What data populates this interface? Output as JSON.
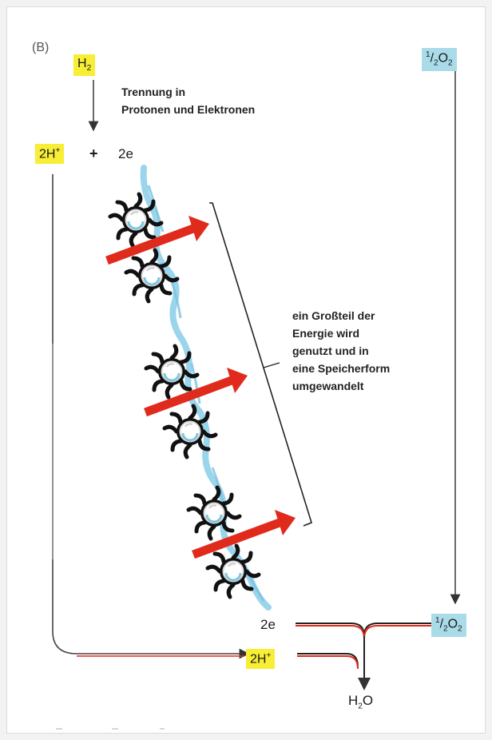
{
  "panel_label": "(B)",
  "h2": {
    "base": "H",
    "sub": "2"
  },
  "half_o2_top": {
    "num": "1",
    "den": "2",
    "base": "O",
    "sub": "2"
  },
  "half_o2_bottom": {
    "num": "1",
    "den": "2",
    "base": "O",
    "sub": "2"
  },
  "separation_note": [
    "Trennung in",
    "Protonen und Elektronen"
  ],
  "protons_top": {
    "base": "2H",
    "sup": "+"
  },
  "plus": "+",
  "electrons_top": "2e",
  "energy_note": [
    "ein Großteil der",
    "Energie wird",
    "genutzt und in",
    "eine Speicherform",
    "umgewandelt"
  ],
  "electrons_bottom": "2e",
  "protons_bottom": {
    "base": "2H",
    "sup": "+"
  },
  "water": {
    "base": "H",
    "sub": "2",
    "tail": "O"
  },
  "colors": {
    "yellow": "#f7ee35",
    "blue": "#a9dbe9",
    "arrow_red": "#e02a1c",
    "stream": "#8fd0ea"
  },
  "icons": [
    "gear-wheel-icon",
    "energy-arrow-icon"
  ]
}
